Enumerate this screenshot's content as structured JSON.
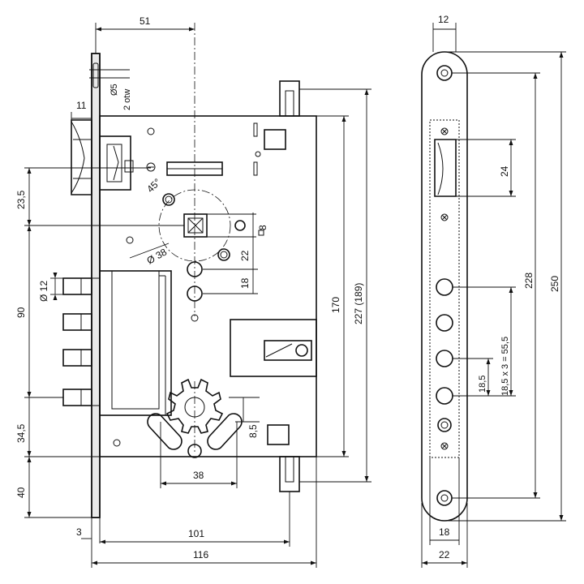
{
  "dimensions": {
    "d51": "51",
    "d11": "11",
    "d2otw": "2 otw",
    "d23_5": "23,5",
    "d45deg": "45°",
    "d8": "8",
    "d22": "22",
    "d38dia": "Ø 38",
    "d18": "18",
    "d12dia": "Ø 12",
    "d90": "90",
    "d170": "170",
    "d227": "227 (189)",
    "d34_5": "34,5",
    "d8_5": "8,5",
    "d38": "38",
    "d40": "40",
    "d3": "3",
    "d101": "101",
    "d116": "116",
    "s12": "12",
    "s24": "24",
    "s228": "228",
    "s250": "250",
    "s55_5": "18,5 x 3 = 55,5",
    "s18_5": "18,5",
    "s18": "18",
    "s22": "22"
  }
}
